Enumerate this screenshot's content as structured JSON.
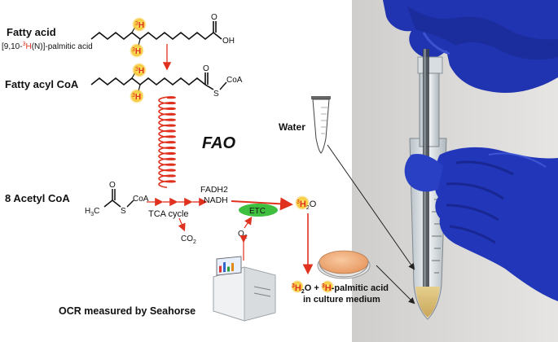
{
  "labels": {
    "fatty_acid": "Fatty acid",
    "palmitic_prefix": "[9,10-",
    "palmitic_3": "3",
    "palmitic_h": "H",
    "palmitic_suffix": "(N)]-palmitic acid",
    "fatty_acyl_coa": "Fatty acyl CoA",
    "fao": "FAO",
    "acetyl_coa": "8 Acetyl CoA",
    "tca_cycle": "TCA cycle",
    "co2": "CO",
    "co2_sub": "2",
    "fadh2": "FADH2",
    "nadh": "NADH",
    "etc": "ETC",
    "o2": "O",
    "o2_sub": "2",
    "water_product_3": "3",
    "water_product_h": "H",
    "water_product_2": "2",
    "water_product_o": "O",
    "water": "Water",
    "ocr": "OCR measured by Seahorse",
    "medium_line1_a": "3",
    "medium_line1_b": "H",
    "medium_line1_c": "2",
    "medium_line1_d": "O + ",
    "medium_line1_e": "3",
    "medium_line1_f": "H",
    "medium_line1_g": "-palmitic acid",
    "medium_line2": "in culture medium"
  },
  "chem": {
    "oh": "OH",
    "o_acid": "O",
    "o_acyl": "O",
    "s_acyl": "S",
    "coa_acyl": "CoA",
    "h_label": "H",
    "h_super": "3",
    "h3c": "H",
    "h3c_sub": "3",
    "h3c_c": "C",
    "acetyl_o": "O",
    "acetyl_s": "S",
    "acetyl_coa": "CoA"
  },
  "colors": {
    "arrow_red": "#e0301e",
    "etc_green": "#3fbf3f",
    "h_highlight": "#f7e03a",
    "glove_blue": "#2136b8",
    "photo_bg": "#d9d8d6",
    "petri_fill": "#f2b07c"
  }
}
